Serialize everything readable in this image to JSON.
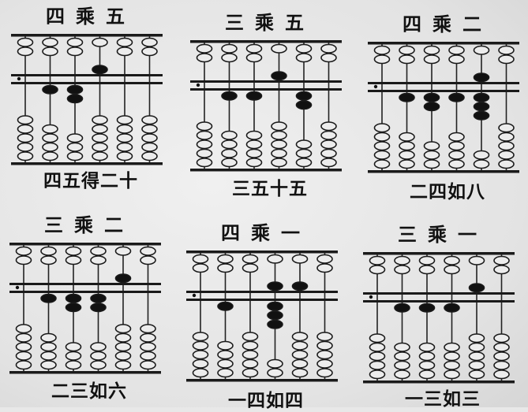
{
  "panels": [
    {
      "title": "四乘五",
      "caption": "四五得二十",
      "upper": [
        0,
        0,
        0,
        1,
        0,
        0
      ],
      "lower": [
        0,
        1,
        2,
        0,
        0,
        0
      ]
    },
    {
      "title": "三乘五",
      "caption": "三五十五",
      "upper": [
        0,
        0,
        0,
        1,
        0,
        0
      ],
      "lower": [
        0,
        1,
        1,
        0,
        2,
        0
      ]
    },
    {
      "title": "四乘二",
      "caption": "二四如八",
      "upper": [
        0,
        0,
        0,
        0,
        1,
        0
      ],
      "lower": [
        0,
        1,
        2,
        1,
        3,
        0
      ]
    },
    {
      "title": "三乘二",
      "caption": "二三如六",
      "upper": [
        0,
        0,
        0,
        0,
        1,
        0
      ],
      "lower": [
        0,
        1,
        2,
        2,
        0,
        0
      ]
    },
    {
      "title": "四乘一",
      "caption": "一四如四",
      "upper": [
        0,
        0,
        0,
        1,
        1,
        0
      ],
      "lower": [
        0,
        1,
        0,
        3,
        0,
        0
      ]
    },
    {
      "title": "三乘一",
      "caption": "一三如三",
      "upper": [
        0,
        0,
        0,
        0,
        1,
        0
      ],
      "lower": [
        0,
        1,
        1,
        1,
        0,
        0
      ]
    }
  ]
}
